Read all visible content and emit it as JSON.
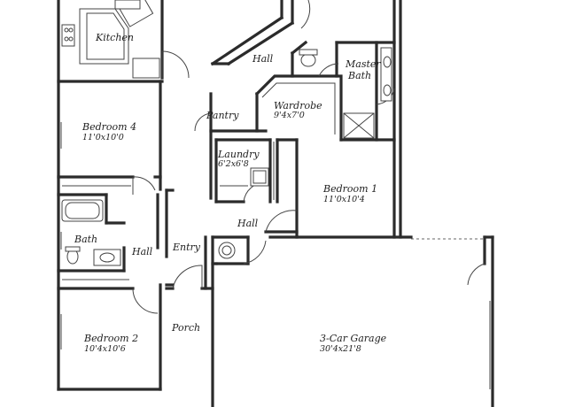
{
  "rooms": {
    "kitchen": {
      "name": "Kitchen"
    },
    "hall_top": {
      "name": "Hall"
    },
    "master_bath": {
      "name_line1": "Master",
      "name_line2": "Bath"
    },
    "wardrobe": {
      "name": "Wardrobe",
      "dims": "9'4x7'0"
    },
    "pantry": {
      "name": "Pantry"
    },
    "bedroom4": {
      "name": "Bedroom 4",
      "dims": "11'0x10'0"
    },
    "laundry": {
      "name": "Laundry",
      "dims": "6'2x6'8"
    },
    "bedroom1": {
      "name": "Bedroom 1",
      "dims": "11'0x10'4"
    },
    "hall_mid": {
      "name": "Hall"
    },
    "bath": {
      "name": "Bath"
    },
    "hall_left": {
      "name": "Hall"
    },
    "entry": {
      "name": "Entry"
    },
    "porch": {
      "name": "Porch"
    },
    "bedroom2": {
      "name": "Bedroom 2",
      "dims": "10'4x10'6"
    },
    "garage": {
      "name": "3-Car Garage",
      "dims": "30'4x21'8"
    }
  }
}
